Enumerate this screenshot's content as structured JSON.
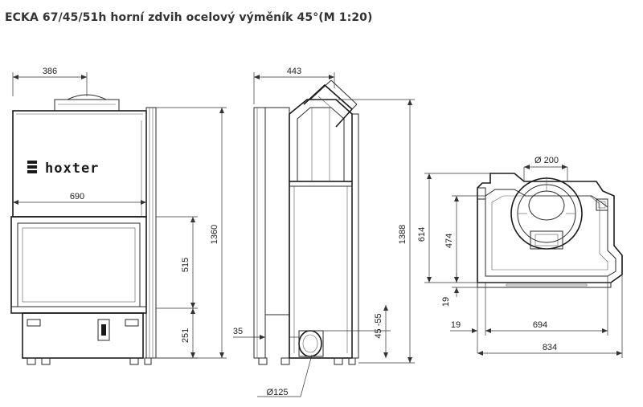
{
  "title": "ECKA 67/45/51h horní zdvih ocelový výměník 45°(M 1:20)",
  "brand": "hoxter",
  "front_view": {
    "dim_top_width": "386",
    "dim_frame_width": "690",
    "dim_total_height": "1360",
    "dim_door_height": "515",
    "dim_base_height": "251"
  },
  "side_view": {
    "dim_top_depth": "443",
    "dim_total_height": "1388",
    "dim_offset": "35",
    "dim_outlet_height": "45 -55",
    "dim_outlet_diameter": "Ø125"
  },
  "top_view": {
    "dim_flue_diameter": "Ø 200",
    "dim_height_614": "614",
    "dim_height_474": "474",
    "dim_offset_19_vertical": "19",
    "dim_offset_19_horizontal": "19",
    "dim_width_694": "694",
    "dim_width_834": "834"
  }
}
